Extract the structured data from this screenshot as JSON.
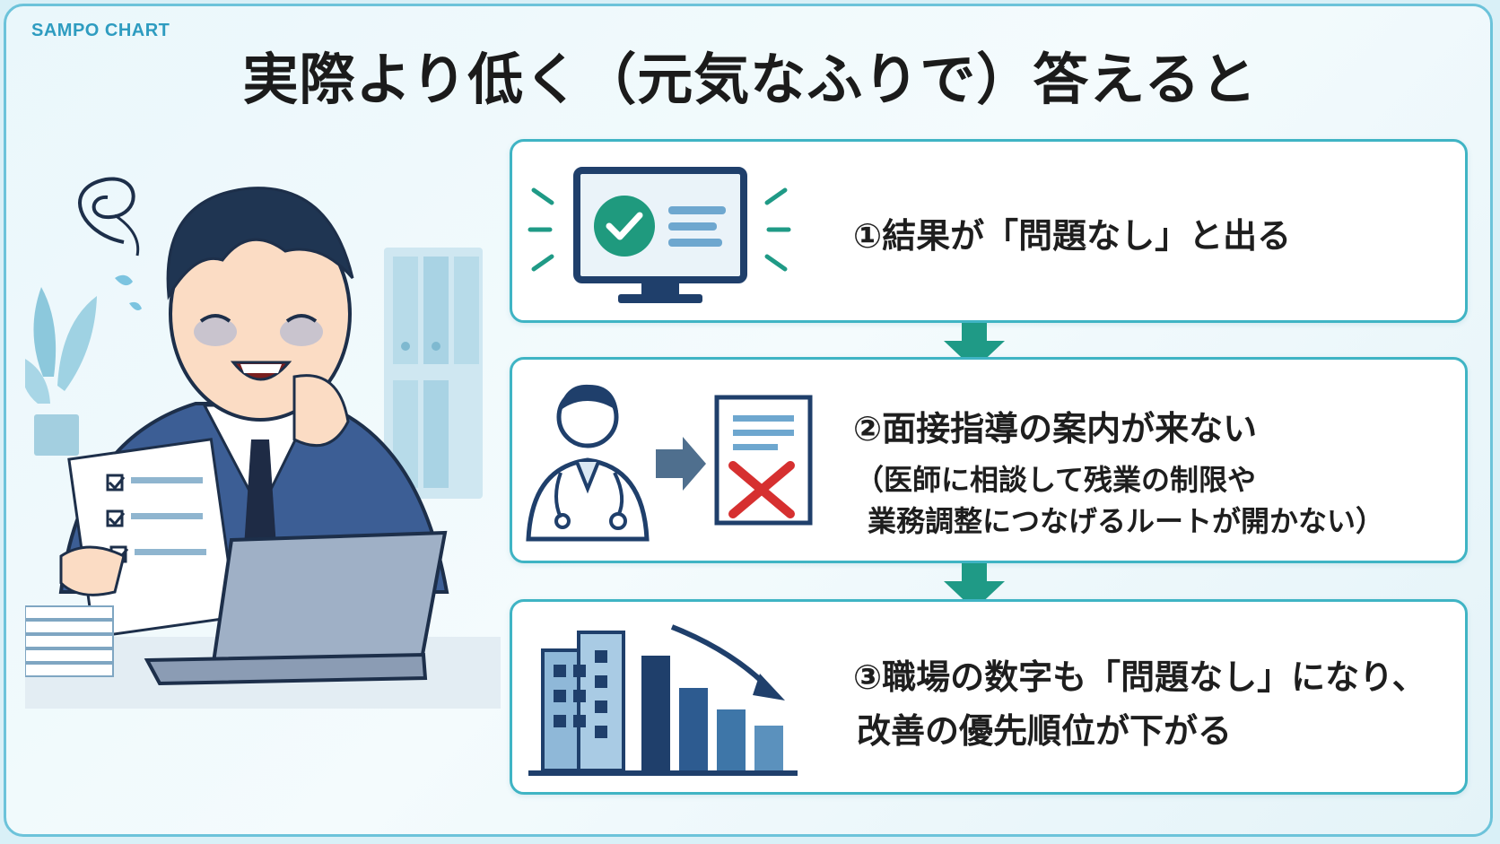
{
  "brand": "SAMPO CHART",
  "title": "実際より低く（元気なふりで）答えると",
  "steps": [
    {
      "text": "①結果が「問題なし」と出る"
    },
    {
      "text": "②面接指導の案内が来ない",
      "sub1": "（医師に相談して残業の制限や",
      "sub2": "業務調整につなげるルートが開かない）"
    },
    {
      "line1": "③職場の数字も「問題なし」になり、",
      "line2": "改善の優先順位が下がる"
    }
  ],
  "icons": {
    "illustration": "smiling-tired-office-worker",
    "step1": "monitor-checkmark-icon",
    "step2": [
      "doctor-icon",
      "arrow-right-icon",
      "rejected-document-icon"
    ],
    "step3": [
      "office-building-icon",
      "declining-bar-chart-icon"
    ],
    "connector": "arrow-down-icon"
  },
  "colors": {
    "accent": "#3fb4c4",
    "arrow": "#1f9a86",
    "navy": "#1f3f6b",
    "check": "#1f9a7e",
    "cross": "#d63030"
  }
}
